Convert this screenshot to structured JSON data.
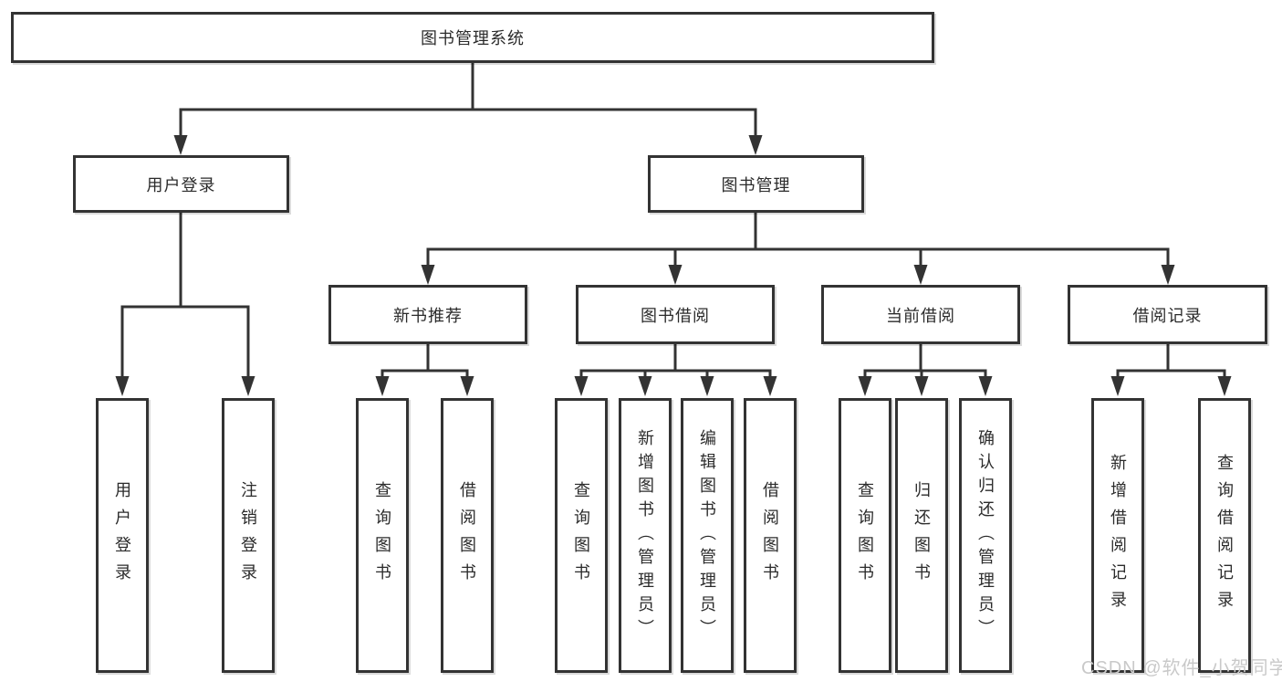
{
  "diagram_title": "图书管理系统",
  "nodes": {
    "root": "图书管理系统",
    "user_login": "用户登录",
    "book_management": "图书管理",
    "new_book_recommend": "新书推荐",
    "book_borrowing": "图书借阅",
    "current_borrowing": "当前借阅",
    "borrowing_records": "借阅记录",
    "leaf_user_login": "用户登录",
    "leaf_logout": "注销登录",
    "leaf_nbr_search_book": "查询图书",
    "leaf_nbr_borrow_book": "借阅图书",
    "leaf_bb_search_book": "查询图书",
    "leaf_bb_add_book": "新增图书（管理员）",
    "leaf_bb_edit_book": "编辑图书（管理员）",
    "leaf_bb_borrow_book": "借阅图书",
    "leaf_cb_search_book": "查询图书",
    "leaf_cb_return_book": "归还图书",
    "leaf_cb_confirm_return": "确认归还（管理员）",
    "leaf_br_add_record": "新增借阅记录",
    "leaf_br_search_record": "查询借阅记录"
  },
  "watermark": "CSDN @软件_小贺同学",
  "colors": {
    "line": "#333333",
    "box_fill": "#ffffff",
    "text": "#2b2b2b",
    "watermark": "#c9c9c9",
    "background": "#ffffff"
  }
}
